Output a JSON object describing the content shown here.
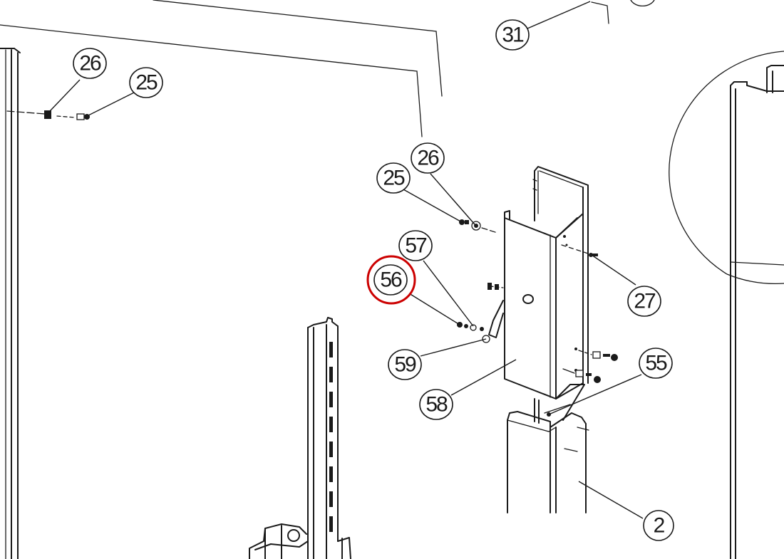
{
  "callouts": [
    {
      "id": "c-31",
      "label": "31"
    },
    {
      "id": "c-26a",
      "label": "26"
    },
    {
      "id": "c-25a",
      "label": "25"
    },
    {
      "id": "c-26b",
      "label": "26"
    },
    {
      "id": "c-25b",
      "label": "25"
    },
    {
      "id": "c-57",
      "label": "57"
    },
    {
      "id": "c-56",
      "label": "56"
    },
    {
      "id": "c-27",
      "label": "27"
    },
    {
      "id": "c-55",
      "label": "55"
    },
    {
      "id": "c-59",
      "label": "59"
    },
    {
      "id": "c-58",
      "label": "58"
    },
    {
      "id": "c-2",
      "label": "2"
    }
  ],
  "highlight": {
    "label": "56",
    "color": "#cc0000"
  },
  "colors": {
    "line": "#1a1a1a",
    "background": "#ffffff",
    "highlight": "#cc0000"
  }
}
